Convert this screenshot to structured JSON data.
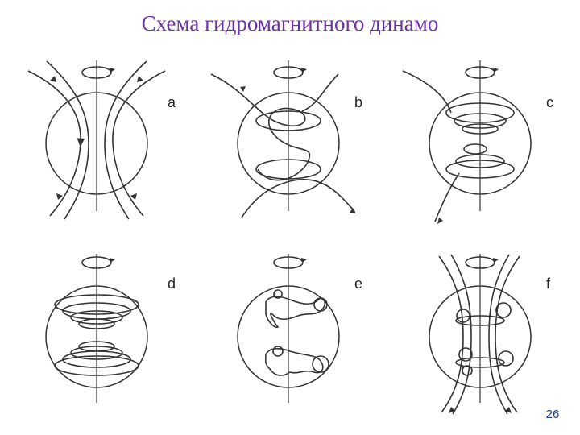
{
  "title": "Схема гидромагнитного динамо",
  "page_number": "26",
  "panels": [
    {
      "label": "a",
      "icon": "poloidal-field-icon"
    },
    {
      "label": "b",
      "icon": "differential-rotation-icon"
    },
    {
      "label": "c",
      "icon": "toroidal-winding-icon"
    },
    {
      "label": "d",
      "icon": "toroidal-field-icon"
    },
    {
      "label": "e",
      "icon": "helical-loops-icon"
    },
    {
      "label": "f",
      "icon": "regenerated-poloidal-icon"
    }
  ]
}
